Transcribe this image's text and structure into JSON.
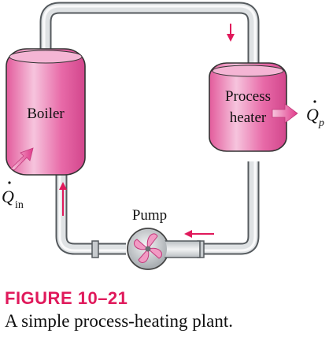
{
  "colors": {
    "accent": "#e0195b",
    "vessel_fill": "#e86aa8",
    "vessel_highlight": "#f6c4dd",
    "pipe": "#cfd3d6",
    "pipe_outline": "#555a5e",
    "text": "#111111"
  },
  "diagram": {
    "boiler_label": "Boiler",
    "heater_label_line1": "Process",
    "heater_label_line2": "heater",
    "pump_label": "Pump",
    "q_in_symbol": "Q",
    "q_in_subscript": "in",
    "q_p_symbol": "Q",
    "q_p_subscript": "p"
  },
  "caption": {
    "label": "FIGURE 10–21",
    "text": "A simple process-heating plant."
  }
}
